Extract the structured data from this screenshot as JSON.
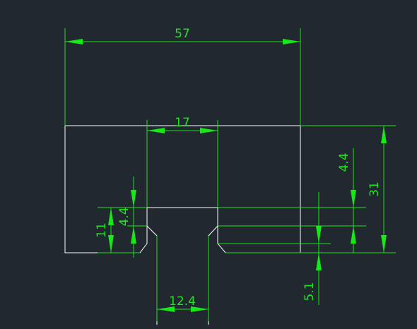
{
  "colors": {
    "background": "#212830",
    "outline": "#ffffff",
    "dimension": "#17e817"
  },
  "dimensions": {
    "overall_width": "57",
    "slot_top_width": "17",
    "slot_bottom_width": "12.4",
    "overall_height": "31",
    "right_upper_height": "4.4",
    "right_lower_height": "5.1",
    "left_shoulder_height": "11",
    "left_chamfer_height": "4.4"
  }
}
